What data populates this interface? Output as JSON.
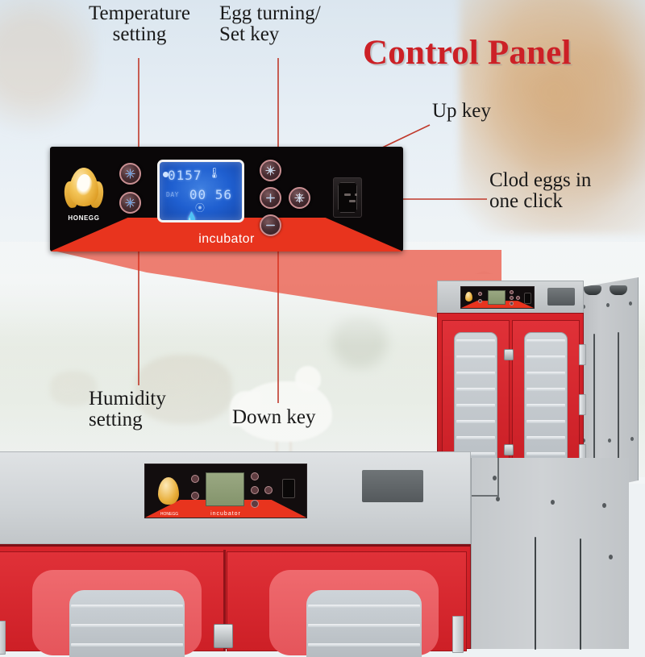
{
  "title": "Control Panel",
  "title_color": "#cc2026",
  "callouts": [
    {
      "id": "temperature",
      "label": "Temperature\nsetting",
      "line1": "Temperature",
      "line2": "setting",
      "target": "temperature-setting-button"
    },
    {
      "id": "egg-turning",
      "label": "Egg turning/\nSet key",
      "line1": "Egg turning/",
      "line2": "Set key",
      "target": "set-key-button"
    },
    {
      "id": "up-key",
      "label": "Up key",
      "line1": "Up key",
      "line2": "",
      "target": "up-key-button"
    },
    {
      "id": "cold-eggs",
      "label": "Clod eggs in\none click",
      "line1": "Clod eggs in",
      "line2": "one click",
      "target": "cold-eggs-button"
    },
    {
      "id": "humidity",
      "label": "Humidity\nsetting",
      "line1": "Humidity",
      "line2": "setting",
      "target": "humidity-setting-button"
    },
    {
      "id": "down-key",
      "label": "Down key",
      "line1": "Down key",
      "line2": "",
      "target": "down-key-button"
    }
  ],
  "panel": {
    "brand_text": "incubator",
    "logo_name": "HONEGG",
    "accent_color": "#e8341e",
    "background_color": "#0a0708",
    "button_ring_color": "#c98f92",
    "buttons": [
      {
        "id": "temperature-setting-button",
        "icon": "thermometer-snowflake-icon"
      },
      {
        "id": "humidity-setting-button",
        "icon": "humidity-icon"
      },
      {
        "id": "set-key-button",
        "icon": "egg-turning-set-icon"
      },
      {
        "id": "up-key-button",
        "icon": "plus-icon"
      },
      {
        "id": "down-key-button",
        "icon": "minus-icon"
      },
      {
        "id": "cold-eggs-button",
        "icon": "snowflake-icon"
      }
    ],
    "display": {
      "temperature": "0157",
      "humidity": "56",
      "timer": "00",
      "day_label": "DAY",
      "temp_icon": "thermometer-icon",
      "humidity_icon": "water-drop-icon",
      "fan_icon": "fan-icon",
      "indicator_dot": true,
      "backlight_color": "#1f5fd0"
    },
    "socket": {
      "id": "power-inlet-socket",
      "type": "IEC-power-inlet"
    }
  },
  "product": {
    "name": "egg incubator cabinet",
    "door_color": "#d7232a",
    "frame_color": "#c2c6c9",
    "mini_panel_brand": "incubator",
    "mini_panel_logo": "HONEGG"
  },
  "background": {
    "scene": "farm field with hay bales and chickens",
    "sky_color": "#dbe6ef",
    "field_color": "#e2e8dd"
  }
}
